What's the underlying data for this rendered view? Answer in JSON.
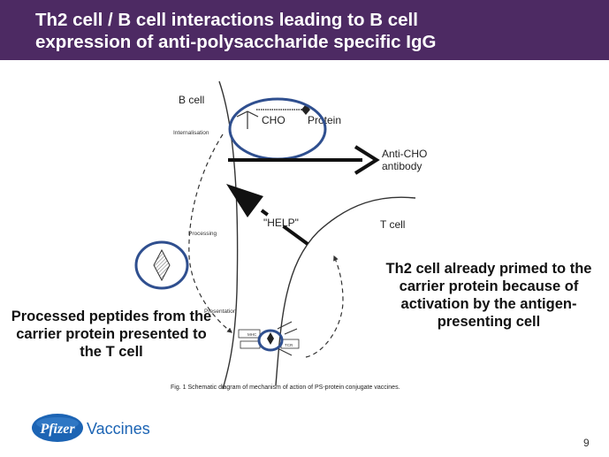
{
  "header": {
    "title_line1": "Th2 cell / B cell interactions leading to B cell",
    "title_line2": "expression of anti-polysaccharide specific IgG"
  },
  "diagram": {
    "b_cell_label": "B cell",
    "t_cell_label": "T cell",
    "internalisation_label": "Internalisation",
    "processing_label": "Processing",
    "presentation_label": "Presentation",
    "cho_label": "CHO",
    "protein_label": "Protein",
    "anti_cho_line1": "Anti-CHO",
    "anti_cho_line2": "antibody",
    "help_label": "\"HELP\"",
    "mhc_label": "MHC",
    "tcr_label": "TCR",
    "caption": "Fig. 1  Schematic diagram of mechanism of action of PS-protein conjugate vaccines.",
    "highlight_color": "#2f4f8f"
  },
  "notes": {
    "left": "Processed peptides from the carrier protein presented to the T cell",
    "right": "Th2 cell already primed to the carrier protein because of activation by the antigen-presenting cell"
  },
  "footer": {
    "brand": "Pfizer",
    "product": "Vaccines",
    "page_number": "9"
  }
}
